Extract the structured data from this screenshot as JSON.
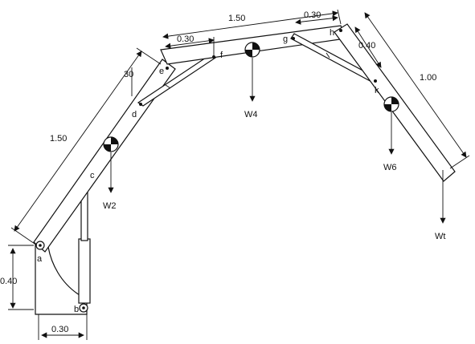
{
  "dimensions": {
    "boom1_length": "1.50",
    "boom2_length": "1.50",
    "boom3_length": "1.00",
    "offset_e": "30",
    "offset_f": "0.30",
    "offset_gh": "0.30",
    "offset_k": "0.40",
    "base_height": "0.40",
    "base_width": "0.30"
  },
  "points": {
    "a": "a",
    "b": "b",
    "c": "c",
    "d": "d",
    "e": "e",
    "f": "f",
    "g": "g",
    "h": "h",
    "k": "k"
  },
  "weights": {
    "w2": "W2",
    "w4": "W4",
    "w6": "W6",
    "wt": "Wt"
  }
}
